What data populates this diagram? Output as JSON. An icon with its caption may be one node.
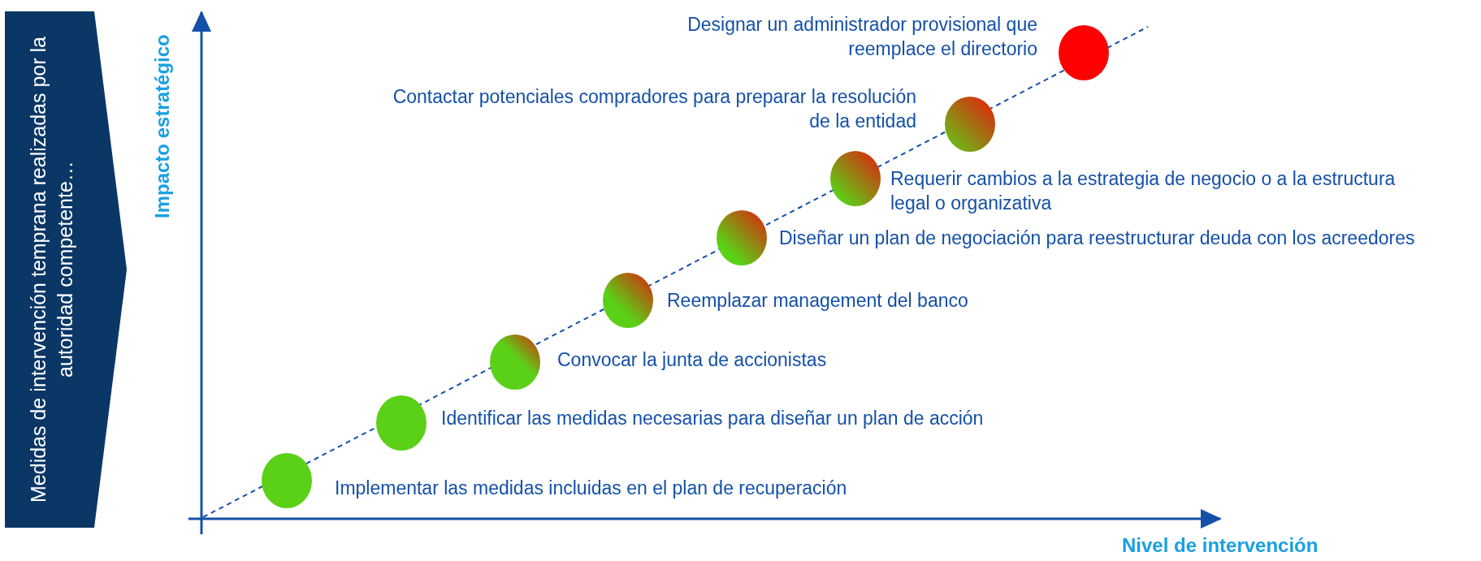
{
  "diagram": {
    "nodes": [
      {
        "text": [
          "Medidas de intervención temprana realizadas por la autoridad competente…"
        ]
      },
      {
        "text": [],
        "shape": "circle",
        "beside": [
          "Implementar las medidas incluidas en el plan de recuperación"
        ]
      },
      {
        "text": [],
        "shape": "circle",
        "beside": [
          "Identificar las medidas necesarias para diseñar un plan de acción"
        ]
      },
      {
        "text": [],
        "shape": "circle",
        "beside": [
          "Convocar la junta de accionistas"
        ]
      },
      {
        "text": [],
        "shape": "circle",
        "beside": [
          "Reemplazar management del banco"
        ]
      },
      {
        "text": [],
        "shape": "circle",
        "beside": [
          "Diseñar un plan de negociación para reestructurar deuda con los acreedores"
        ]
      },
      {
        "text": [],
        "shape": "circle",
        "beside": [
          "Requerir cambios a la estrategia de negocio o a la estructura legal o organizativa"
        ]
      },
      {
        "text": [],
        "shape": "circle",
        "beside": [
          "Contactar potenciales compradores para preparar la resolución de la entidad"
        ]
      },
      {
        "text": [],
        "shape": "circle",
        "beside": [
          "Designar un administrador provisional que reemplace el directorio"
        ]
      }
    ],
    "labels": [
      "Impacto estratégico",
      "Nivel de intervención"
    ]
  }
}
